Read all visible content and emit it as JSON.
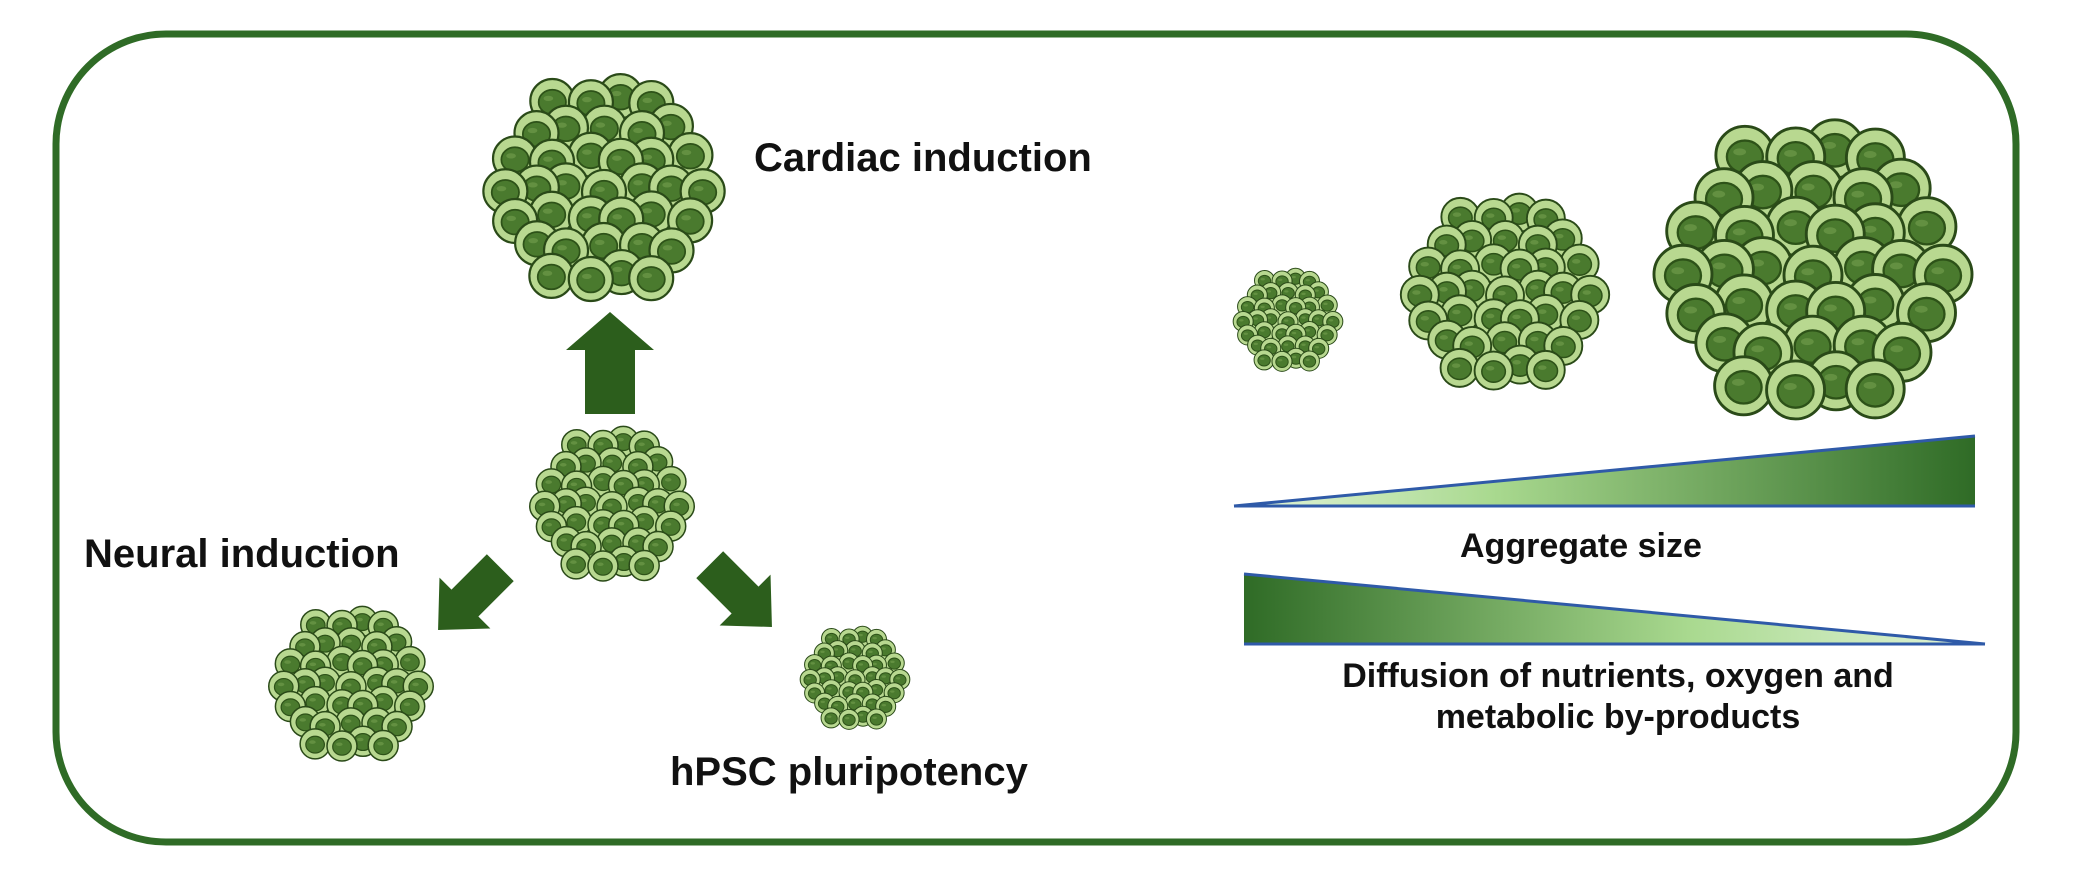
{
  "labels": {
    "cardiac": "Cardiac induction",
    "neural": "Neural induction",
    "hpsc": "hPSC pluripotency",
    "aggregate_size": "Aggregate size",
    "diffusion": "Diffusion of nutrients, oxygen and metabolic by-products"
  },
  "colors": {
    "frame": "#2f6b26",
    "arrow": "#2c5e1c",
    "cell_outer": "#b8d890",
    "cell_outer_stroke": "#2a4a18",
    "cell_nucleus": "#4a7a2e",
    "cell_nucleus_dark": "#2d5218",
    "gradient_dark": "#2f6b26",
    "gradient_light": "#e4f5dc",
    "gradient_edge": "#2f5aa8"
  },
  "icons": [
    "cell-aggregate-icon",
    "arrow-up-icon",
    "arrow-down-left-icon",
    "arrow-down-right-icon"
  ]
}
